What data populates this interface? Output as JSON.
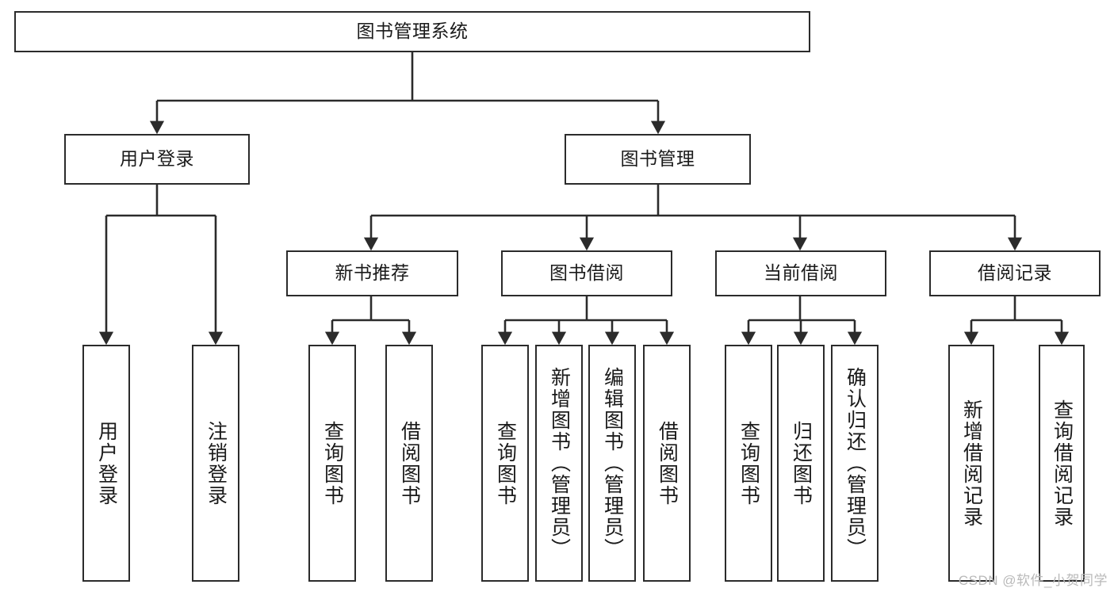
{
  "diagram": {
    "title": "图书管理系统",
    "type": "tree-hierarchy",
    "watermark": "CSDN @软件_小贺同学",
    "colors": {
      "stroke": "#2b2b2b",
      "fill": "#ffffff",
      "text": "#1a1a1a",
      "watermark": "#b9b9b9"
    },
    "nodes": {
      "root": {
        "label": "图书管理系统"
      },
      "level2": [
        {
          "id": "user-login",
          "label": "用户登录"
        },
        {
          "id": "book-management",
          "label": "图书管理"
        }
      ],
      "level3": [
        {
          "id": "new-book-recommend",
          "label": "新书推荐"
        },
        {
          "id": "book-borrow",
          "label": "图书借阅"
        },
        {
          "id": "current-borrow",
          "label": "当前借阅"
        },
        {
          "id": "borrow-record",
          "label": "借阅记录"
        }
      ],
      "leaves": {
        "user-login": [
          {
            "id": "leaf-user-login",
            "label": "用户登录"
          },
          {
            "id": "leaf-logout-login",
            "label": "注销登录"
          }
        ],
        "new-book-recommend": [
          {
            "id": "leaf-query-book-1",
            "label": "查询图书"
          },
          {
            "id": "leaf-borrow-book-1",
            "label": "借阅图书"
          }
        ],
        "book-borrow": [
          {
            "id": "leaf-query-book-2",
            "label": "查询图书"
          },
          {
            "id": "leaf-add-book",
            "label": "新增图书（管理员）"
          },
          {
            "id": "leaf-edit-book",
            "label": "编辑图书（管理员）"
          },
          {
            "id": "leaf-borrow-book-2",
            "label": "借阅图书"
          }
        ],
        "current-borrow": [
          {
            "id": "leaf-query-book-3",
            "label": "查询图书"
          },
          {
            "id": "leaf-return-book",
            "label": "归还图书"
          },
          {
            "id": "leaf-confirm-return",
            "label": "确认归还（管理员）"
          }
        ],
        "borrow-record": [
          {
            "id": "leaf-add-record",
            "label": "新增借阅记录"
          },
          {
            "id": "leaf-query-record",
            "label": "查询借阅记录"
          }
        ]
      }
    }
  }
}
